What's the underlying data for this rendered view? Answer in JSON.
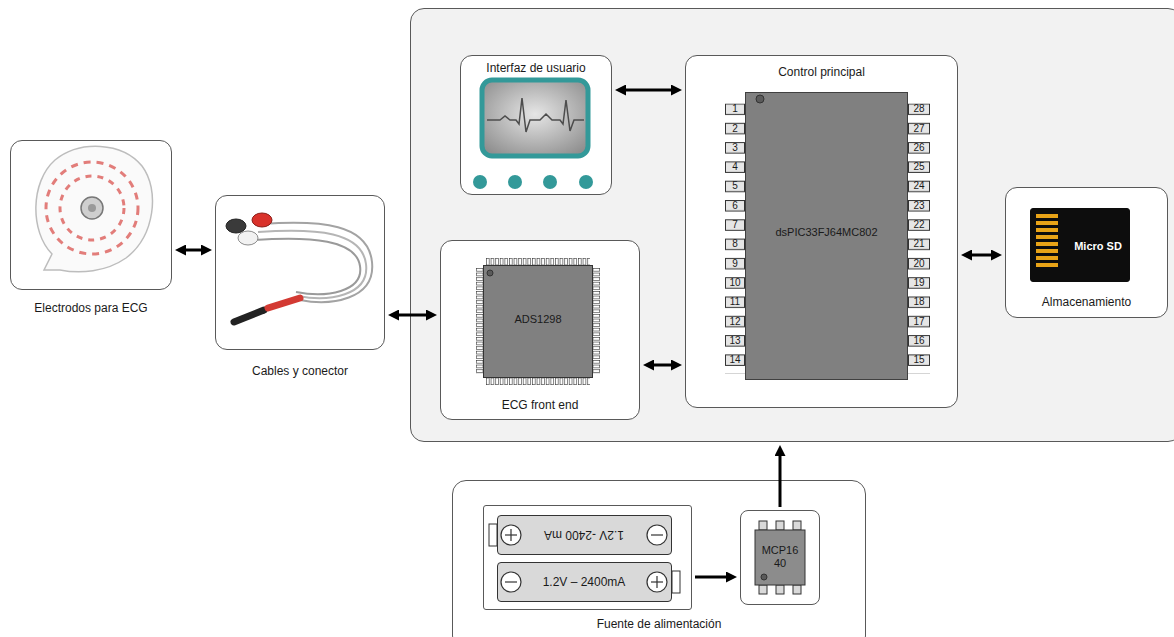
{
  "diagram": {
    "nodes": [
      {
        "text": [
          "Electrodos para ECG"
        ]
      },
      {
        "text": [
          "Cables y conector"
        ]
      },
      {
        "text": []
      },
      {
        "text": [
          "Interfaz de usuario"
        ],
        "in": 2
      },
      {
        "text": [
          "Control principal"
        ],
        "in": 2
      },
      {
        "text": [
          "dsPIC33FJ64MC802"
        ],
        "in": 4
      },
      {
        "text": [
          "ECG front end"
        ],
        "in": 2
      },
      {
        "text": [
          "ADS1298"
        ],
        "in": 6
      },
      {
        "text": [
          "Almacenamiento"
        ],
        "in": 2
      },
      {
        "text": [
          "Micro SD"
        ],
        "in": 8
      },
      {
        "text": [
          "Fuente de alimentación"
        ]
      },
      {
        "text": [],
        "in": 10
      },
      {
        "text": [
          "1.2V -2400 mA"
        ],
        "in": 11
      },
      {
        "text": [
          "1.2V – 2400mA"
        ],
        "in": 11
      },
      {
        "text": [
          "MCP16 40"
        ],
        "in": 10
      }
    ],
    "edges": [
      {
        "from": 0,
        "to": 1,
        "arrow": "both"
      },
      {
        "from": 1,
        "to": 6,
        "arrow": "both"
      },
      {
        "from": 3,
        "to": 4,
        "arrow": "both"
      },
      {
        "from": 6,
        "to": 4,
        "arrow": "both"
      },
      {
        "from": 4,
        "to": 8,
        "arrow": "both"
      },
      {
        "from": 11,
        "to": 14,
        "arrow": "to"
      },
      {
        "from": 14,
        "to": 2,
        "arrow": "to"
      }
    ],
    "labels": [
      "1",
      "2",
      "3",
      "4",
      "5",
      "6",
      "7",
      "8",
      "9",
      "10",
      "11",
      "12",
      "13",
      "14",
      "15",
      "16",
      "17",
      "18",
      "19",
      "20",
      "21",
      "22",
      "23",
      "24",
      "25",
      "26",
      "27",
      "28"
    ]
  }
}
